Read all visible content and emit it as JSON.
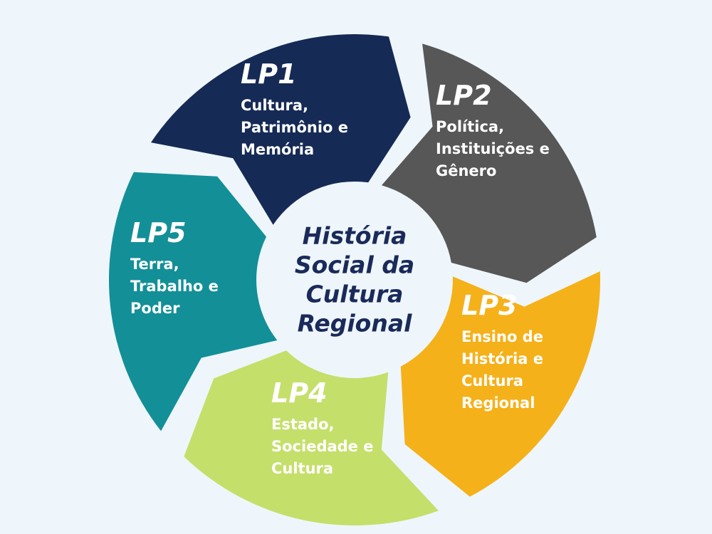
{
  "center": {
    "lines": [
      "História",
      "Social da",
      "Cultura",
      "Regional"
    ],
    "color": "#1a2a5a",
    "fill": "#eef6fb"
  },
  "segments": [
    {
      "code": "LP1",
      "lines": [
        "Cultura,",
        "Patrimônio e",
        "Memória"
      ],
      "color": "#152a55",
      "text_color": "#ffffff"
    },
    {
      "code": "LP2",
      "lines": [
        "Política,",
        "Instituições e",
        "Gênero"
      ],
      "color": "#575757",
      "text_color": "#ffffff"
    },
    {
      "code": "LP3",
      "lines": [
        "Ensino de",
        "História e",
        "Cultura",
        "Regional"
      ],
      "color": "#f5b11a",
      "text_color": "#ffffff"
    },
    {
      "code": "LP4",
      "lines": [
        "Estado,",
        "Sociedade e",
        "Cultura"
      ],
      "color": "#c5df6b",
      "text_color": "#ffffff"
    },
    {
      "code": "LP5",
      "lines": [
        "Terra,",
        "Trabalho e",
        "Poder"
      ],
      "color": "#138f98",
      "text_color": "#ffffff"
    }
  ],
  "background": "#eef6fb"
}
